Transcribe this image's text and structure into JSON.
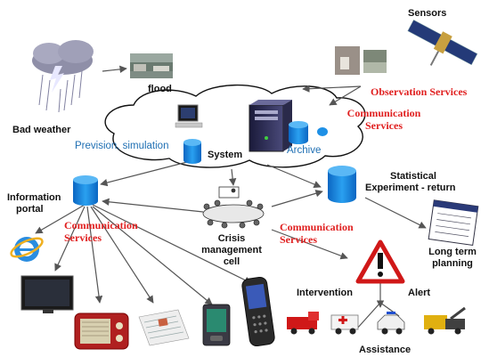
{
  "labels": {
    "sensors": "Sensors",
    "observation_services": "Observation Services",
    "comm_services_top_line1": "Communication",
    "comm_services_top_line2": "Services",
    "flood": "flood",
    "bad_weather": "Bad weather",
    "prevision_simulation": "Prevision, simulation",
    "system": "System",
    "archive": "Archive",
    "information_portal_line1": "Information",
    "information_portal_line2": "portal",
    "comm_services_left_line1": "Communication",
    "comm_services_left_line2": "Services",
    "crisis_line1": "Crisis",
    "crisis_line2": "management",
    "crisis_line3": "cell",
    "comm_services_mid_line1": "Communication",
    "comm_services_mid_line2": "Services",
    "statistical_line1": "Statistical",
    "statistical_line2": "Experiment - return",
    "long_term_line1": "Long term",
    "long_term_line2": "planning",
    "intervention": "Intervention",
    "alert": "Alert",
    "assistance": "Assistance"
  },
  "colors": {
    "red_text": "#e02020",
    "blue_text": "#1f6fb3",
    "database_blue": "#1e90e6",
    "arrow": "#555555"
  },
  "icons": [
    "storm-cloud-icon",
    "flood-photo",
    "satellite-icon",
    "sensor-photo",
    "server-icon",
    "computer-icon",
    "database-icon",
    "meeting-icon",
    "internet-explorer-icon",
    "tv-icon",
    "radio-icon",
    "newspaper-icon",
    "pda-icon",
    "mobile-phone-icon",
    "warning-sign-icon",
    "document-icon",
    "fire-truck-icon",
    "ambulance-icon",
    "police-car-icon",
    "tow-truck-icon"
  ]
}
